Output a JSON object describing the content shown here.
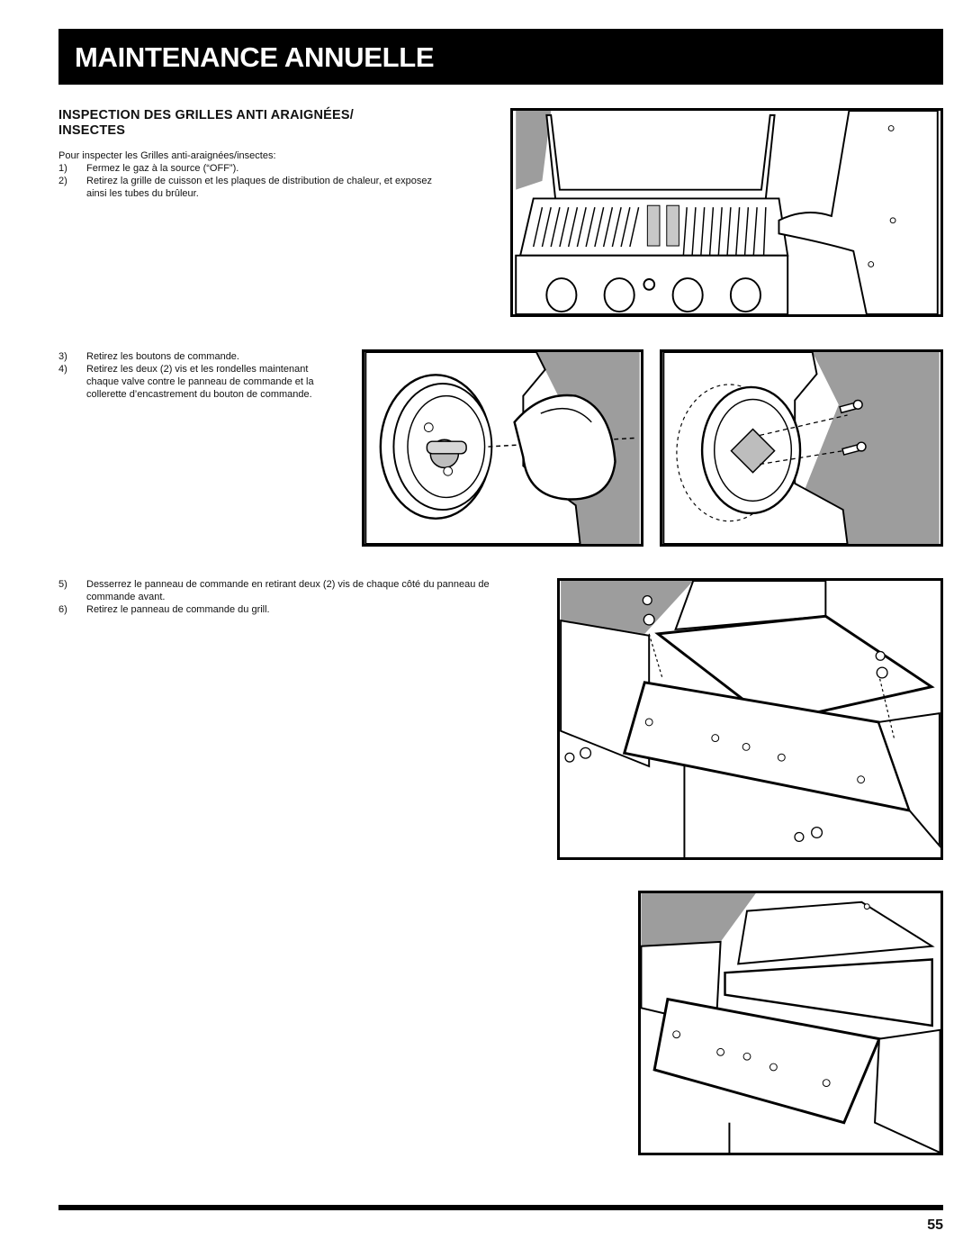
{
  "header": {
    "title": "MAINTENANCE ANNUELLE"
  },
  "section": {
    "title_line1": "INSPECTION DES GRILLES ANTI ARAIGNÉES/",
    "title_line2": "INSECTES",
    "intro": "Pour inspecter les Grilles anti-araignées/insectes:"
  },
  "steps_a": [
    {
      "num": "1)",
      "text": "Fermez le gaz à la source (“OFF”)."
    },
    {
      "num": "2)",
      "text": "Retirez la grille de cuisson et les plaques de distribution de chaleur, et exposez ainsi les tubes du brûleur."
    }
  ],
  "steps_b": [
    {
      "num": "3)",
      "text": "Retirez les boutons de commande."
    },
    {
      "num": "4)",
      "text": "Retirez les deux (2) vis et les rondelles maintenant chaque valve contre le panneau de commande et la collerette d’encastrement du bouton de commande."
    }
  ],
  "steps_c": [
    {
      "num": "5)",
      "text": "Desserrez le panneau de commande en retirant deux (2) vis de chaque côté du panneau de commande avant."
    },
    {
      "num": "6)",
      "text": "Retirez le panneau de commande du grill."
    }
  ],
  "footer": {
    "page_number": "55"
  }
}
